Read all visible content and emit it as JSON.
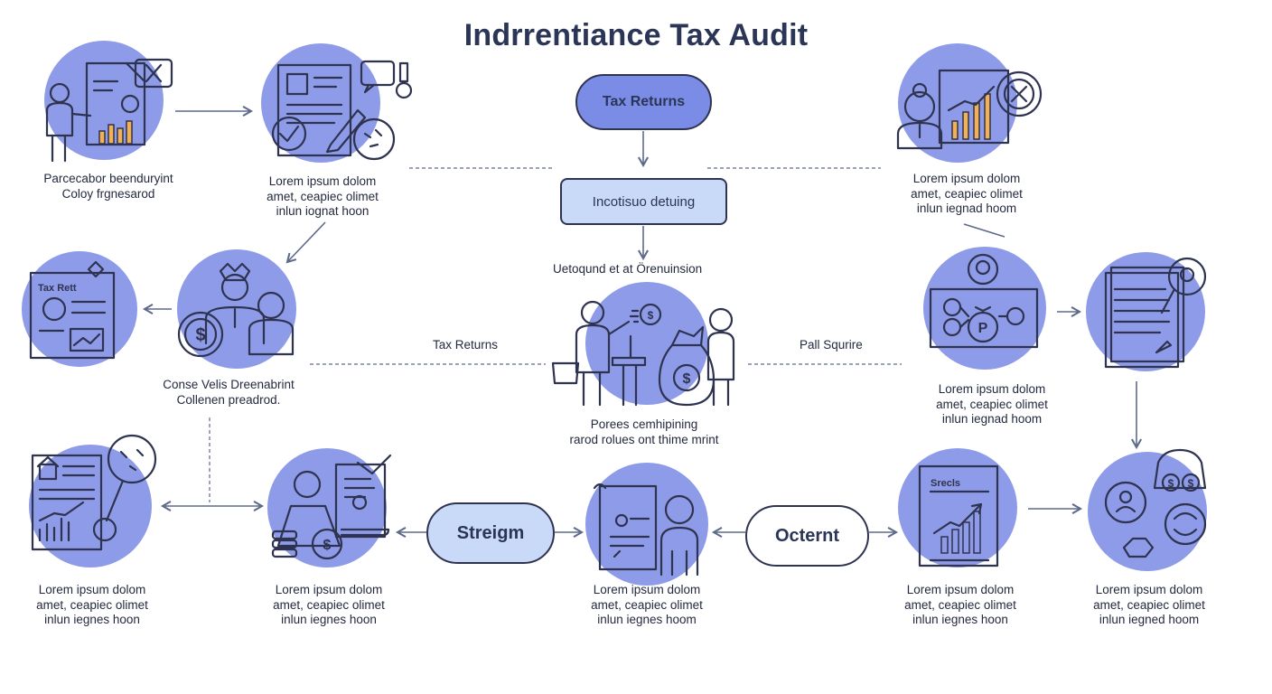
{
  "title": "Indrrentiance  Tax Audit",
  "colors": {
    "circle": "#8e9be8",
    "accent": "#f3b24f",
    "ink": "#2e3350",
    "arrow": "#5d6a8a",
    "pill_dark": "#7b8ce6",
    "pill_light": "#c9daf8"
  },
  "pills": {
    "tax_returns": "Tax Returns",
    "incotisuo": "Incotisuo detuing",
    "streigm": "Streigm",
    "octernt": "Octernt"
  },
  "labels": {
    "uetoqund": "Uetoqund et at Örenuinsion",
    "tax_returns_mid": "Tax Returns",
    "pall_squrire": "Pall Squrire"
  },
  "icons": {
    "tax_rett_doc": "Tax Rett",
    "srecls_doc": "Srecls"
  },
  "captions": {
    "c1": [
      "Parcecabor beenduryint",
      "Coloy frgnesarod"
    ],
    "c2": [
      "Lorem ipsum dolom",
      "amet, ceapiec olimet",
      "inlun iognat hoon"
    ],
    "c3": [
      "Lorem ipsum dolom",
      "amet, ceapiec olimet",
      "inlun iegnad hoom"
    ],
    "c4": [
      "Conse Velis Dreenabrint",
      "Collenen preadrod."
    ],
    "c5": [
      "Porees cemhipining",
      "rarod rolues ont thime mrint"
    ],
    "c6": [
      "Lorem ipsum dolom",
      "amet, ceapiec olimet",
      "inlun iegnad hoom"
    ],
    "c7": [
      "Lorem ipsum dolom",
      "amet, ceapiec olimet",
      "inlun iegnes hoon"
    ],
    "c8": [
      "Lorem ipsum dolom",
      "amet, ceapiec olimet",
      "inlun iegnes hoon"
    ],
    "c9": [
      "Lorem ipsum dolom",
      "amet, ceapiec olimet",
      "inlun iegnes hoom"
    ],
    "c10": [
      "Lorem ipsum dolom",
      "amet, ceapiec olimet",
      "inlun iegnes hoon"
    ],
    "c11": [
      "Lorem ipsum dolom",
      "amet, ceapiec olimet",
      "inlun iegned hoom"
    ]
  }
}
